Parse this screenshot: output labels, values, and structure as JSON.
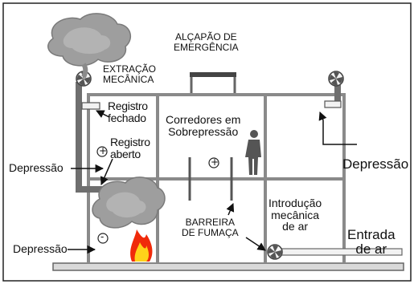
{
  "labels": {
    "alcapao": [
      "ALÇAPÃO DE",
      "EMERGÊNCIA"
    ],
    "extracao": [
      "EXTRAÇÃO",
      "MECÂNICA"
    ],
    "registro_fechado": [
      "Registro",
      "fechado"
    ],
    "registro_aberto": [
      "Registro",
      "aberto"
    ],
    "corredores": [
      "Corredores em",
      "Sobrepressão"
    ],
    "depressao_left_upper": "Depressão",
    "depressao_right": "Depressão",
    "depressao_left_lower": "Depressão",
    "introducao": [
      "Introdução",
      "mecânica",
      "de ar"
    ],
    "barreira": [
      "BARREIRA",
      "DE FUMAÇA"
    ],
    "entrada": [
      "Entrada",
      "de ar"
    ]
  },
  "signs": {
    "plus": "+",
    "minus": "-"
  },
  "colors": {
    "structure": "#8a8a8a",
    "duct": "#666666",
    "smoke": "#9a9a9a",
    "fire_outer": "#f02a0a",
    "fire_inner": "#ffd21a",
    "person": "#555555"
  },
  "icons": [
    "fan-icon",
    "smoke-cloud-icon",
    "fire-icon",
    "person-icon",
    "arrow-icon"
  ]
}
